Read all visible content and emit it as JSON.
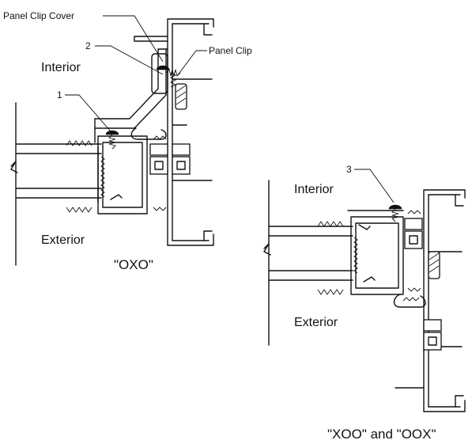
{
  "labels": {
    "panel_clip_cover": "Panel Clip Cover",
    "panel_clip": "Panel Clip",
    "callout_1": "1",
    "callout_2": "2",
    "callout_3": "3",
    "interior_left": "Interior",
    "exterior_left": "Exterior",
    "caption_left": "\"OXO\"",
    "interior_right": "Interior",
    "exterior_right": "Exterior",
    "caption_right": "\"XOO\" and \"OOX\""
  },
  "colors": {
    "line": "#111111",
    "background": "#ffffff"
  }
}
